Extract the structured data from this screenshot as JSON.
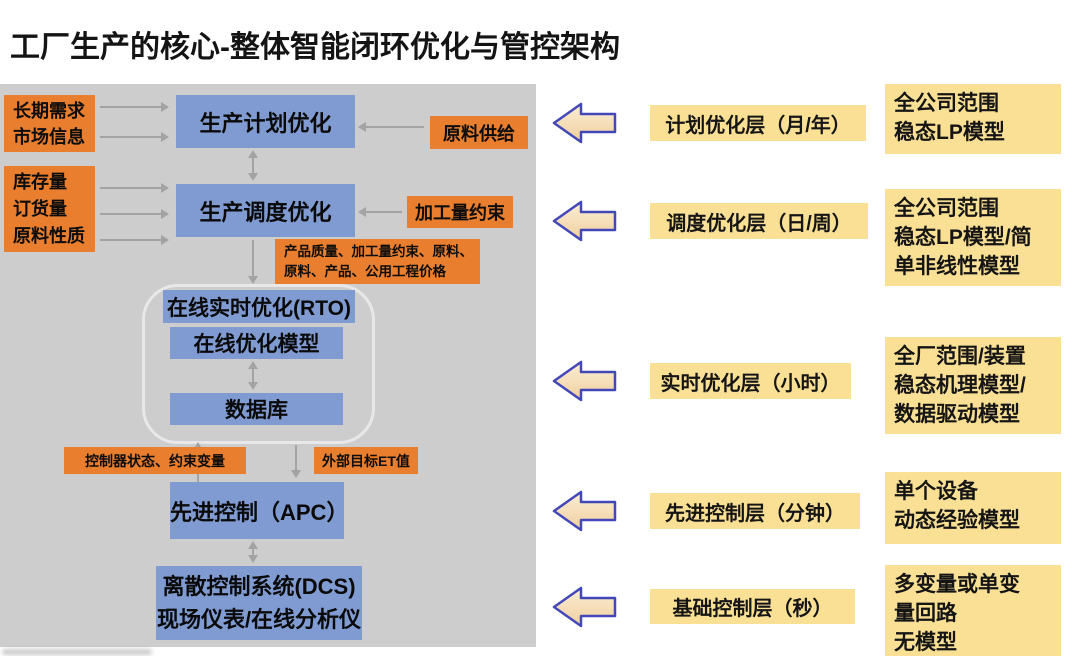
{
  "title": "工厂生产的核心-整体智能闭环优化与管控架构",
  "diagram": {
    "market_info": {
      "lines": [
        "长期需求",
        "市场信息"
      ]
    },
    "plan_box": "生产计划优化",
    "supply_box": "原料供给",
    "inventory": {
      "lines": [
        "库存量",
        "订货量",
        "原料性质"
      ]
    },
    "schedule_box": "生产调度优化",
    "constraint_box": "加工量约束",
    "price_label": {
      "lines": [
        "产品质量、加工量约束、原料、",
        "原料、产品、公用工程价格"
      ]
    },
    "rto_box": "在线实时优化(RTO)",
    "model_box": "在线优化模型",
    "db_box": "数据库",
    "controller_label": "控制器状态、约束变量",
    "target_label": "外部目标ET值",
    "apc_box": "先进控制（APC）",
    "dcs_box": {
      "lines": [
        "离散控制系统(DCS)",
        "现场仪表/在线分析仪"
      ]
    }
  },
  "layers": [
    {
      "label": "计划优化层（月/年）",
      "lines": [
        "全公司范围",
        "稳态LP模型"
      ]
    },
    {
      "label": "调度优化层（日/周）",
      "lines": [
        "全公司范围",
        "稳态LP模型/简",
        "单非线性模型"
      ]
    },
    {
      "label": "实时优化层（小时）",
      "lines": [
        "全厂范围/装置",
        "稳态机理模型/",
        "数据驱动模型"
      ]
    },
    {
      "label": "先进控制层（分钟）",
      "lines": [
        "单个设备",
        "动态经验模型"
      ]
    },
    {
      "label": "基础控制层（秒）",
      "lines": [
        "多变量或单变",
        "量回路",
        "无模型"
      ]
    }
  ],
  "colors": {
    "panel_gray": "#cdcdcd",
    "box_blue": "#7f9bd1",
    "accent_orange": "#e87e2e",
    "label_yellow": "#fae095",
    "block_arrow_fill_top": "#fbeed6",
    "block_arrow_fill_bottom": "#f0cf9e",
    "block_arrow_border": "#4348b8",
    "connector_gray": "#a3a3a3"
  }
}
